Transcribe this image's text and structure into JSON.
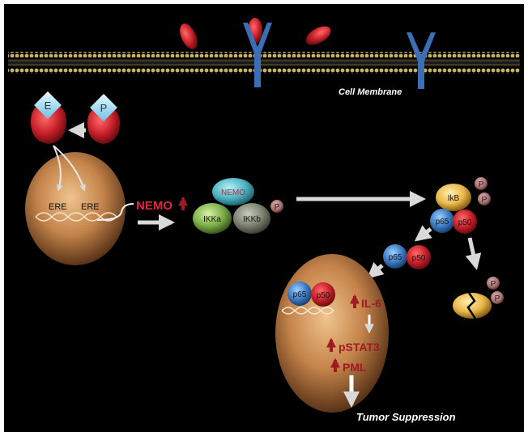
{
  "labels": {
    "cell_membrane": "Cell Membrane",
    "estrogen": "E",
    "progesterone": "P",
    "ere_1": "ERE",
    "ere_2": "ERE",
    "nemo_up": "NEMO",
    "nemo_complex": "NEMO",
    "ikka": "IKKa",
    "ikkb": "IKKb",
    "phospho": "P",
    "ikb": "IkB",
    "p65": "p65",
    "p50": "p50",
    "il6": "IL-6",
    "pstat3": "pSTAT3",
    "pml": "PML",
    "tumor_suppression": "Tumor Suppression"
  },
  "colors": {
    "background": "#000000",
    "frame": "#ffffff",
    "membrane_beads": "#c9b25d",
    "receptor": "#3a6fb6",
    "ligand_red": "#c8202a",
    "nucleus": "#c4834a",
    "upregulation_red": "#9e1b23",
    "nemo_red": "#e0263a",
    "arrow_grey": "#d9d9d9"
  }
}
